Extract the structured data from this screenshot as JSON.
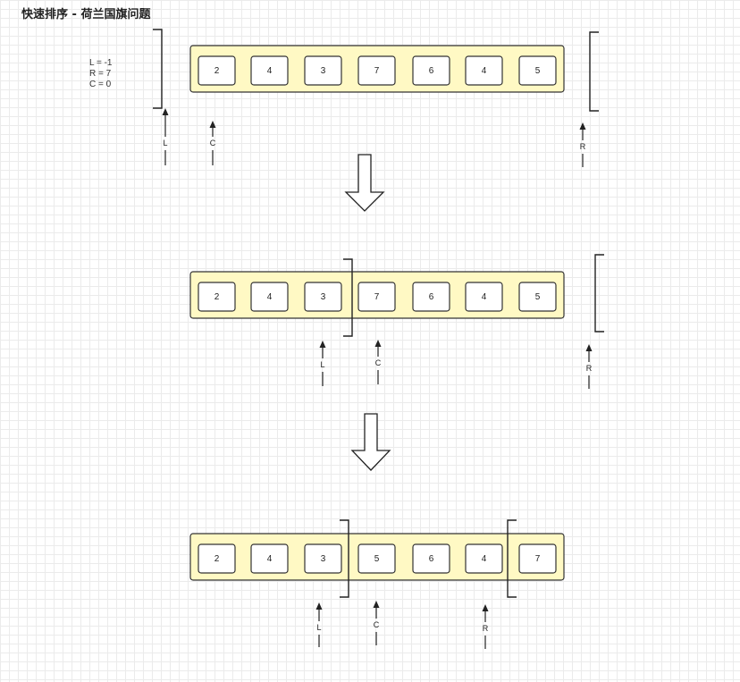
{
  "title": "快速排序 - 荷兰国旗问题",
  "variables": [
    "L = -1",
    "R = 7",
    "C = 0"
  ],
  "stages": [
    {
      "values": [
        "2",
        "4",
        "3",
        "7",
        "6",
        "4",
        "5"
      ],
      "pointers": [
        "L",
        "C",
        "R"
      ]
    },
    {
      "values": [
        "2",
        "4",
        "3",
        "7",
        "6",
        "4",
        "5"
      ],
      "pointers": [
        "L",
        "C",
        "R"
      ]
    },
    {
      "values": [
        "2",
        "4",
        "3",
        "5",
        "6",
        "4",
        "7"
      ],
      "pointers": [
        "L",
        "C",
        "R"
      ]
    }
  ],
  "colors": {
    "array_fill": "#fff9c4",
    "array_stroke": "#333333",
    "cell_fill": "#ffffff",
    "line": "#222222"
  }
}
